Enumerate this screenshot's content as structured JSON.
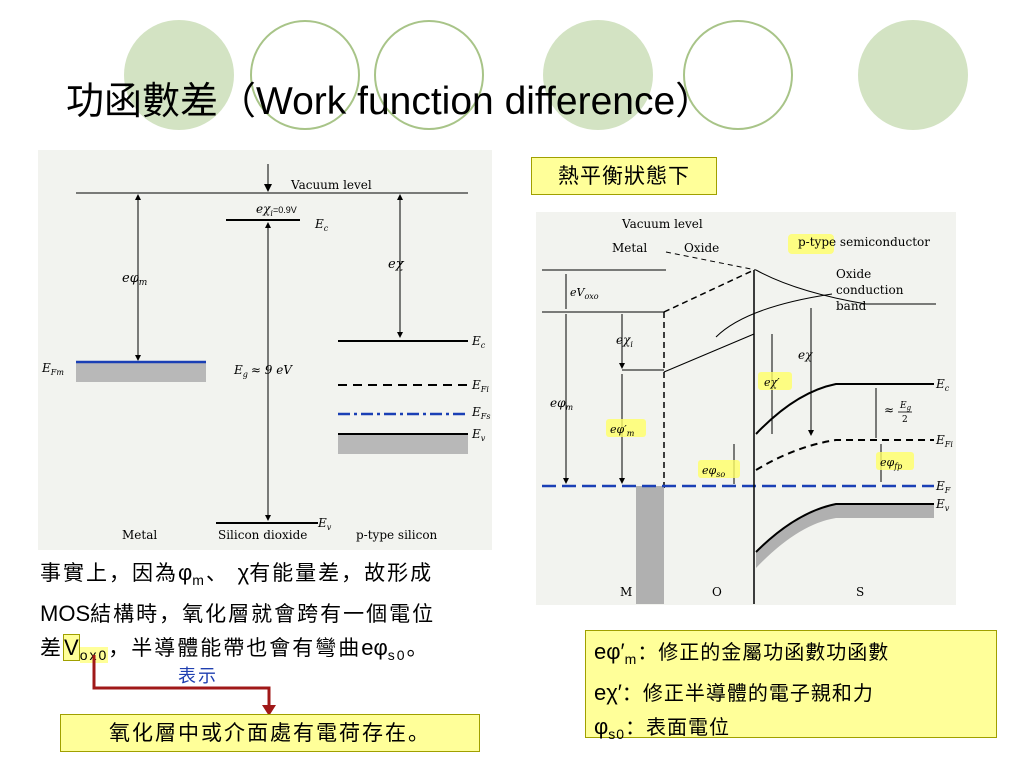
{
  "title": {
    "zh": "功函數差（",
    "en": "Work function difference",
    "close": "）"
  },
  "thermal_label": "熱平衡狀態下",
  "left_diagram": {
    "vacuum": "Vacuum level",
    "chi_i": "eχ",
    "chi_i_sub": "i",
    "chi_i_value": "=0.9V",
    "ec_oxide": "E",
    "ec_oxide_sub": "c",
    "ephi_m": "eφ",
    "ephi_m_sub": "m",
    "efm": "E",
    "efm_sub": "Fm",
    "eg": "E",
    "eg_sub": "g",
    "eg_value": "≈ 9 eV",
    "echi": "eχ",
    "ec": "E",
    "ec_sub": "c",
    "efi": "E",
    "efi_sub": "Fi",
    "efs": "E",
    "efs_sub": "Fs",
    "ev": "E",
    "ev_sub": "v",
    "ev_oxide": "E",
    "ev_oxide_sub": "v",
    "metal": "Metal",
    "silicon_dioxide": "Silicon dioxide",
    "p_silicon": "p-type silicon"
  },
  "right_diagram": {
    "vacuum": "Vacuum level",
    "metal": "Metal",
    "oxide": "Oxide",
    "psemi": "p-type semiconductor",
    "oxide_cb_1": "Oxide",
    "oxide_cb_2": "conduction",
    "oxide_cb_3": "band",
    "evox": "eV",
    "evox_sub": "oxo",
    "echi_i": "eχ",
    "echi_i_sub": "i",
    "echi": "eχ",
    "echi_p": "eχ′",
    "ephi_m": "eφ",
    "ephi_m_sub": "m",
    "ephi_mp": "eφ′",
    "ephi_mp_sub": "m",
    "ephi_s0": "eφ",
    "ephi_s0_sub": "so",
    "ephi_fp": "eφ",
    "ephi_fp_sub": "fp",
    "ec": "E",
    "ec_sub": "c",
    "eg2_num": "E",
    "eg2_num_sub": "g",
    "eg2_den": "2",
    "approx": "≈",
    "efi": "E",
    "efi_sub": "Fi",
    "ef": "E",
    "ef_sub": "F",
    "ev": "E",
    "ev_sub": "v",
    "m": "M",
    "o": "O",
    "s": "S"
  },
  "paragraph": {
    "l1a": "事實上，因為",
    "l1_phi": "φ",
    "l1_phi_sub": "m",
    "l1b": "、 ",
    "l1_chi": "χ",
    "l1c": "有能量差，故形成",
    "l2_mos": "MOS",
    "l2b": "結構時，氧化層就會跨有一個電位",
    "l3a": "差",
    "l3_v": "V",
    "l3_v_sub": "ox0",
    "l3b": "，半導體能帶也會有彎曲",
    "l3_ephi": "eφ",
    "l3_ephi_sub": "s0",
    "l3c": "。"
  },
  "express": "表示",
  "charge_box": "氧化層中或介面處有電荷存在。",
  "defs": {
    "d1_sym": "eφ′",
    "d1_sub": "m",
    "d1_text": "：修正的金屬功函數功函數",
    "d2_sym": "eχ′",
    "d2_text": "：修正半導體的電子親和力",
    "d3_sym": "φ",
    "d3_sub": "s0",
    "d3_text": "：表面電位"
  },
  "colors": {
    "circle_fill": "#d3e3c3",
    "circle_border": "#a8c488",
    "highlight": "#ffff99",
    "blue": "#1a3fb5",
    "arrow_red": "#a01818"
  }
}
